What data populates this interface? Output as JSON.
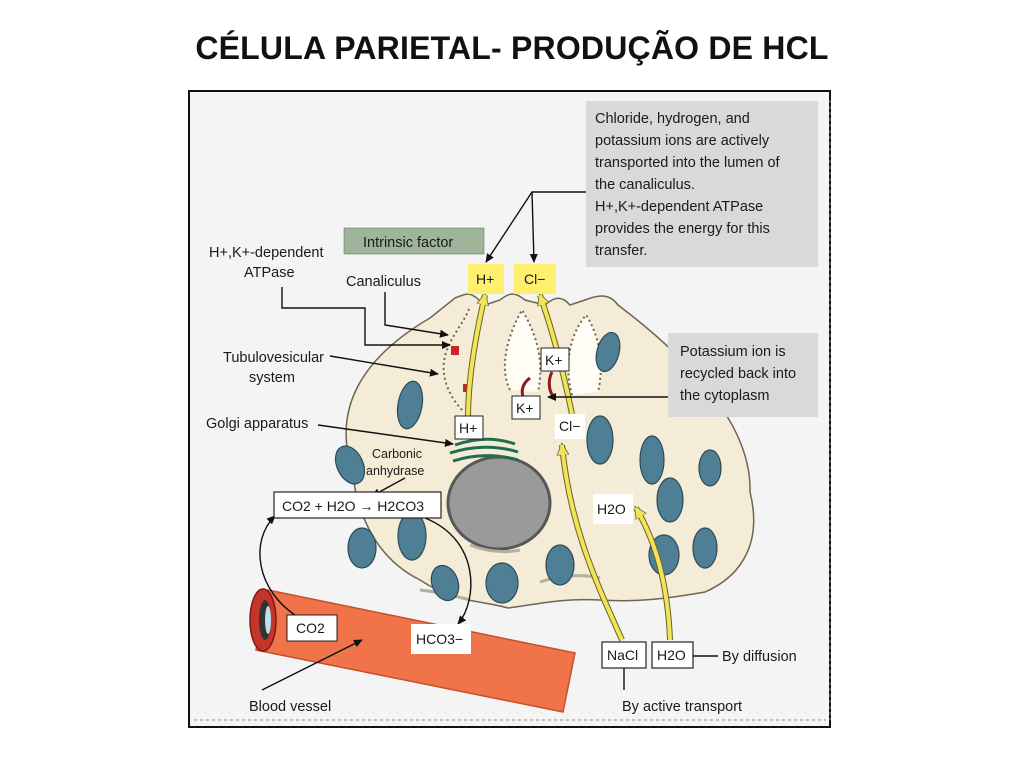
{
  "title": "CÉLULA PARIETAL- PRODUÇÃO DE HCL",
  "callouts": {
    "top": [
      "Chloride, hydrogen, and",
      "potassium ions are actively",
      "transported into the lumen of",
      "the canaliculus.",
      "H+,K+-dependent ATPase",
      "provides the energy for this",
      "transfer."
    ],
    "potassium": [
      "Potassium ion is",
      "recycled back into",
      "the cytoplasm"
    ]
  },
  "labels": {
    "intrinsic_factor": "Intrinsic factor",
    "atpase_line1": "H+,K+-dependent",
    "atpase_line2": "ATPase",
    "canaliculus": "Canaliculus",
    "tubulo_line1": "Tubulovesicular",
    "tubulo_line2": "system",
    "golgi": "Golgi apparatus",
    "carbonic_line1": "Carbonic",
    "carbonic_line2": "anhydrase",
    "blood_vessel": "Blood vessel",
    "by_diffusion": "By diffusion",
    "by_active_transport": "By active transport"
  },
  "ions": {
    "h_plus": "H+",
    "cl_minus": "Cl−",
    "k_plus": "K+",
    "h2o": "H2O",
    "nacl": "NaCl",
    "co2": "CO2",
    "hco3": "HCO3−",
    "equation": "CO2 + H2O → H2CO3"
  },
  "colors": {
    "cell_fill": "#f5ecd8",
    "mito_fill": "#4f7f95",
    "vessel": "#f0734a",
    "callout_bg": "#d9d9d9",
    "intrinsic_bg": "#9fb59a",
    "ion_yellow": "#ffef6e",
    "arrow_yellow": "#f1e45a"
  }
}
